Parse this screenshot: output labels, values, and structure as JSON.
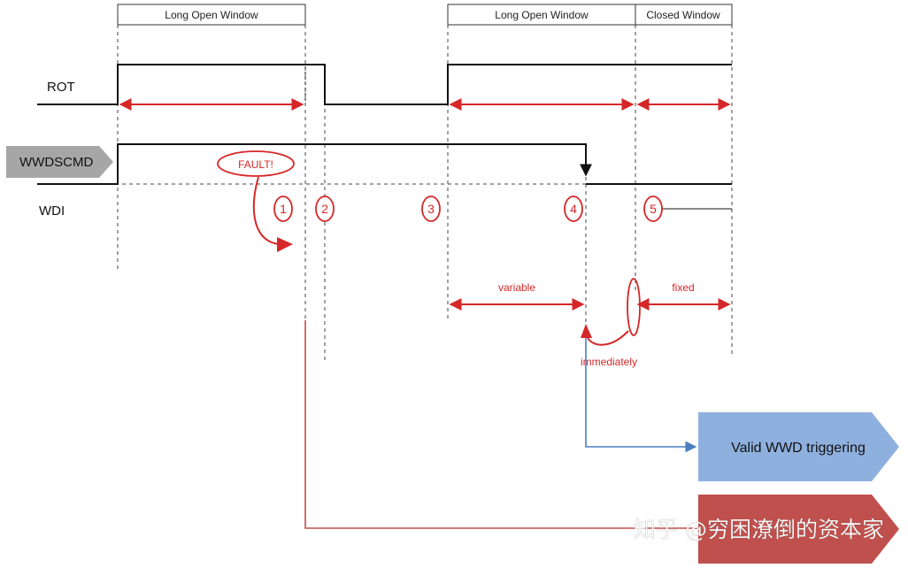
{
  "windows": {
    "first": "Long Open Window",
    "second": "Long Open Window",
    "third": "Closed Window"
  },
  "signals": {
    "rot": "ROT",
    "wwdscmd": "WWDSCMD",
    "wdi": "WDI"
  },
  "annotations": {
    "fault": "FAULT!",
    "variable": "variable",
    "fixed": "fixed",
    "immediately": "immediately"
  },
  "markers": [
    "1",
    "2",
    "3",
    "4",
    "5"
  ],
  "outcomes": {
    "valid": "Valid WWD triggering"
  },
  "watermark": "知乎 @穷困潦倒的资本家",
  "colors": {
    "line": "#111111",
    "red": "#d62728",
    "blue": "#4a7fc1",
    "valid_box": "#8eb0de",
    "fault_box": "#c0504d",
    "grey_tag": "#a6a6a6"
  }
}
